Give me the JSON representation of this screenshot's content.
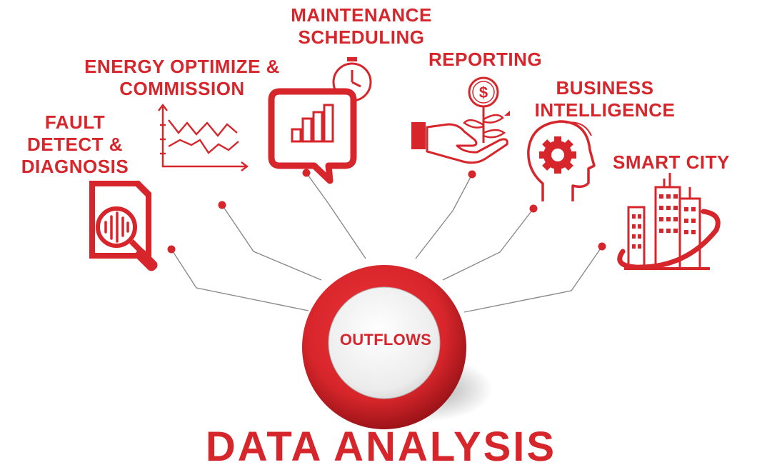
{
  "title": "DATA ANALYSIS",
  "hub": {
    "label": "OUTFLOWS"
  },
  "branches": [
    {
      "id": "fault",
      "label": "FAULT\nDETECT &\nDIAGNOSIS",
      "icon": "document-magnifier-icon"
    },
    {
      "id": "energy",
      "label": "ENERGY OPTIMIZE &\nCOMMISSION",
      "icon": "line-chart-icon"
    },
    {
      "id": "maintenance",
      "label": "MAINTENANCE\nSCHEDULING",
      "icon": "stopwatch-bar-chart-icon"
    },
    {
      "id": "reporting",
      "label": "REPORTING",
      "icon": "hand-money-plant-icon"
    },
    {
      "id": "business",
      "label": "BUSINESS\nINTELLIGENCE",
      "icon": "head-gear-icon"
    },
    {
      "id": "smartcity",
      "label": "SMART CITY",
      "icon": "city-buildings-icon"
    }
  ],
  "colors": {
    "accent": "#d7262b",
    "dark_accent": "#a5161c",
    "connector": "#8a8a8a",
    "hub_face": "#efefef"
  }
}
